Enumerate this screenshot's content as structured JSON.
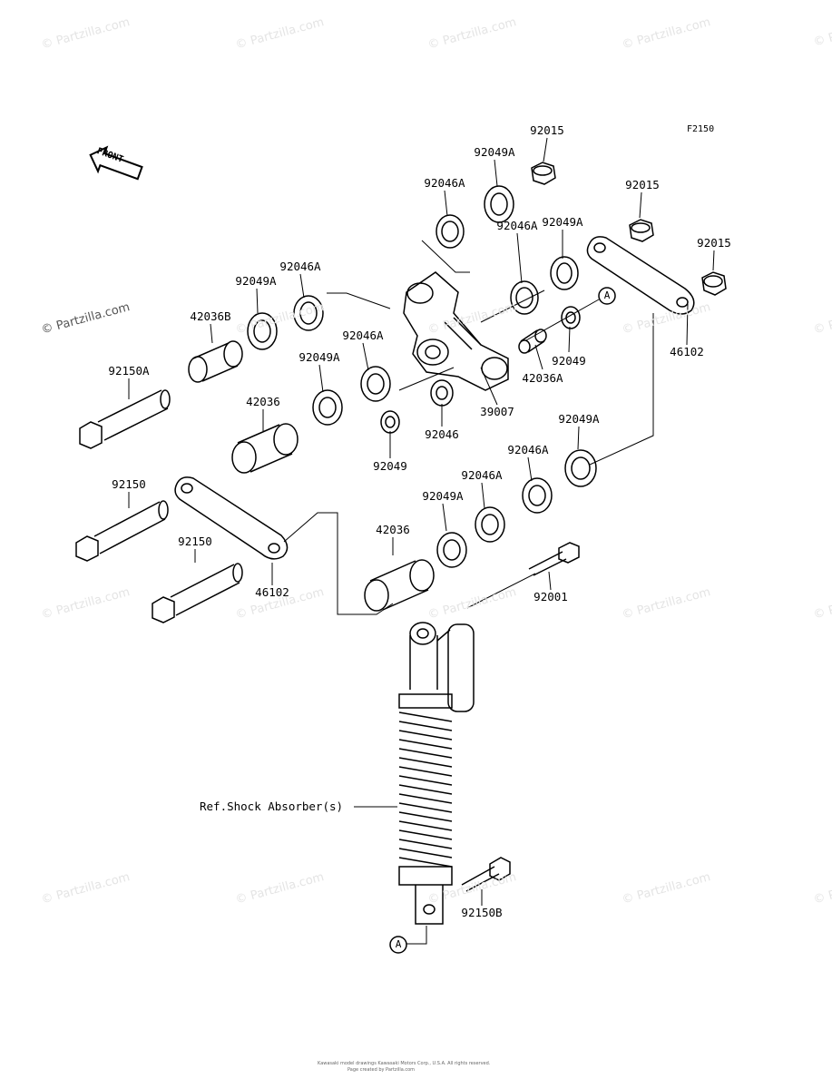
{
  "figure_code": "F2150",
  "front_label": "FRONT",
  "watermark": "© Partzilla.com",
  "ref_label": "Ref.Shock Absorber(s)",
  "callout_letter": "A",
  "footer_line1": "Kawasaki model drawings Kawasaki Motors Corp., U.S.A. All rights reserved.",
  "footer_line2": "Page created by Partzilla.com",
  "parts": [
    "92015",
    "92049A",
    "92046A",
    "92015",
    "92049A",
    "92015",
    "92046A",
    "92049A",
    "92046A",
    "42036B",
    "92049",
    "92046A",
    "42036A",
    "92049A",
    "46102",
    "39007",
    "92150A",
    "42036",
    "92046",
    "92049",
    "92049A",
    "92046A",
    "92046A",
    "92150",
    "92049A",
    "42036",
    "92150",
    "92001",
    "46102",
    "92150B"
  ],
  "colors": {
    "line": "#000000",
    "watermark": "#e4e4e4"
  }
}
